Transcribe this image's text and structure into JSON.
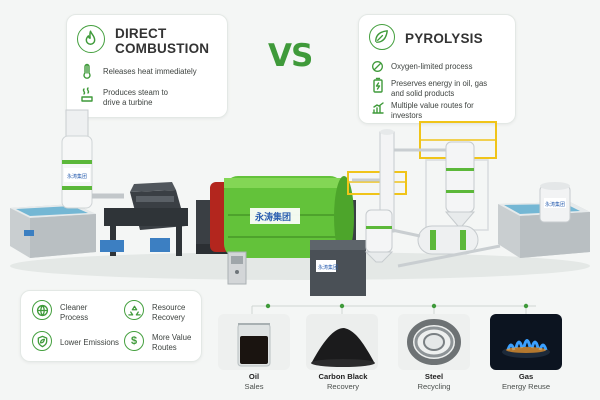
{
  "comparison": {
    "vs_label": "VS",
    "direct_combustion": {
      "title_line1": "DIRECT",
      "title_line2": "COMBUSTION",
      "items": [
        {
          "icon": "thermometer-icon",
          "text_line1": "Releases heat immediately",
          "text_line2": ""
        },
        {
          "icon": "steam-icon",
          "text_line1": "Produces steam to",
          "text_line2": "drive a turbine"
        }
      ]
    },
    "pyrolysis": {
      "title": "PYROLYSIS",
      "items": [
        {
          "icon": "oxygen-limited-icon",
          "text_line1": "Oxygen-limited process",
          "text_line2": ""
        },
        {
          "icon": "battery-icon",
          "text_line1": "Preserves energy in oil, gas",
          "text_line2": "and solid products"
        },
        {
          "icon": "growth-chart-icon",
          "text_line1": "Multiple value routes for",
          "text_line2": "investors"
        }
      ]
    }
  },
  "plant": {
    "brand_label": "永涛集团"
  },
  "benefits": [
    {
      "icon": "globe-icon",
      "line1": "Cleaner",
      "line2": "Process"
    },
    {
      "icon": "recycle-icon",
      "line1": "Resource",
      "line2": "Recovery"
    },
    {
      "icon": "shield-leaf-icon",
      "line1": "Lower Emissions",
      "line2": ""
    },
    {
      "icon": "dollar-icon",
      "line1": "More Value",
      "line2": "Routes"
    }
  ],
  "products": [
    {
      "name": "Oil",
      "use": "Sales",
      "icon": "oil-beaker-image"
    },
    {
      "name": "Carbon Black",
      "use": "Recovery",
      "icon": "carbon-black-pile-image"
    },
    {
      "name": "Steel",
      "use": "Recycling",
      "icon": "steel-wire-coil-image"
    },
    {
      "name": "Gas",
      "use": "Energy Reuse",
      "icon": "gas-flame-image"
    }
  ],
  "colors": {
    "accent_green": "#3f9a3a",
    "reactor_green": "#63c23a",
    "frame_dark": "#3a3f44",
    "platform_yellow": "#f0c419"
  }
}
